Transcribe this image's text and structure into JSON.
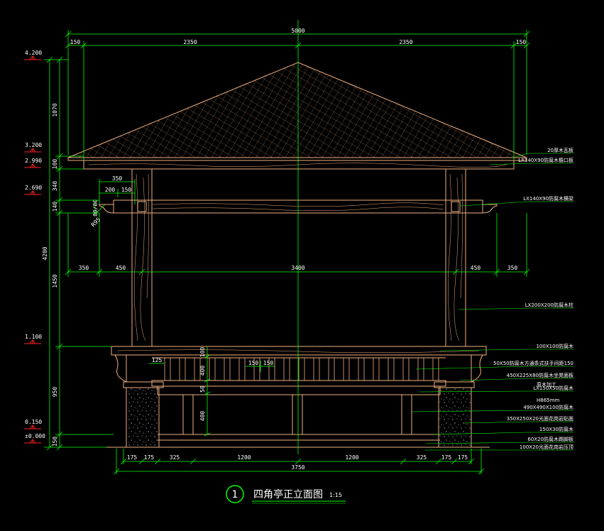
{
  "colors": {
    "background": "#000000",
    "dimension": "#00ff00",
    "structure": "#f0b080",
    "level_marker": "#ff2020",
    "text": "#ffffff",
    "leader": "#00ff00"
  },
  "dimensions": {
    "top_total": "5000",
    "top_left_eave": "150",
    "top_left_half": "2350",
    "top_right_half": "2350",
    "top_right_eave": "150",
    "mid_left_outer": "350",
    "mid_left_inner": "450",
    "mid_center": "3400",
    "mid_right_inner": "450",
    "mid_right_outer": "350",
    "bracket_350": "350",
    "bracket_200": "200",
    "bracket_150": "150",
    "bracket_h": "80/80",
    "bracket_r": "R95",
    "left_total": "4200",
    "left_1070": "1070",
    "left_100": "100",
    "left_340": "340",
    "left_140": "140",
    "left_1450": "1450",
    "left_950": "950",
    "left_150": "150",
    "rail_100": "100",
    "rail_400a": "400",
    "rail_50": "50",
    "rail_400b": "400",
    "rail_125": "125",
    "rail_150a": "150",
    "rail_150b": "150",
    "bot_175a": "175",
    "bot_175b": "175",
    "bot_325a": "325",
    "bot_1200a": "1200",
    "bot_1200b": "1200",
    "bot_325b": "325",
    "bot_175c": "175",
    "bot_175d": "175",
    "bot_total": "3750"
  },
  "levels": [
    {
      "value": "4.200"
    },
    {
      "value": "3.200"
    },
    {
      "value": "2.990"
    },
    {
      "value": "2.690"
    },
    {
      "value": "1.100"
    },
    {
      "value": "0.150"
    },
    {
      "value": "±0.000"
    }
  ],
  "annotations": [
    "20厚木瓦板",
    "LX140X90防腐木檐口板",
    "LX140X90防腐木横梁",
    "LX200X200防腐木柱",
    "100X100防腐木",
    "50X50防腐木方通条式扶手间距150",
    "450X225X80防腐木坐凳面板",
    "LX150X50防腐木",
    "490X490X100防腐木",
    "350X250X20光面花岗岩贴面",
    "150X30防腐木",
    "60X20防腐木踢脚板",
    "100X20光面花岗岩压顶"
  ],
  "annotation_subnotes": [
    "原木加工",
    "H865mm"
  ],
  "title": {
    "number": "1",
    "text": "四角亭正立面图",
    "scale": "1:15"
  }
}
